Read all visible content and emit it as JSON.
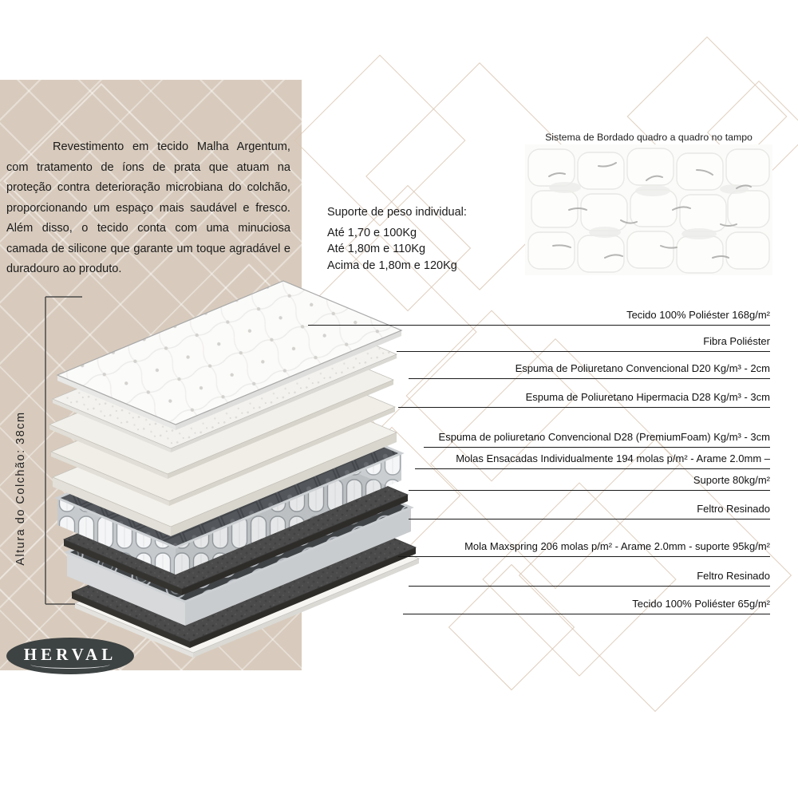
{
  "intro_text": "Revestimento em tecido Malha Argentum, com tratamento de íons de prata que atuam na proteção contra deterioração microbiana do colchão, proporcionando um espaço mais saudável e fresco. Além disso, o tecido conta com uma minuciosa camada de silicone que garante um toque agradável e duradouro ao produto.",
  "weight": {
    "title": "Suporte de peso individual:",
    "items": [
      "Até 1,70 e 100Kg",
      "Até 1,80m e 110Kg",
      "Acima de 1,80m e 120Kg"
    ]
  },
  "embroidery_caption": "Sistema de Bordado quadro a quadro no tampo",
  "height_label": "Altura do Colchão: 38cm",
  "layer_labels": [
    "Tecido 100% Poliéster 168g/m²",
    "Fibra Poliéster",
    "Espuma de Poliuretano Convencional D20 Kg/m³ - 2cm",
    "Espuma de Poliuretano Hipermacia D28 Kg/m³ - 3cm",
    "Espuma de poliuretano Convencional D28 (PremiumFoam) Kg/m³ - 3cm",
    "Molas Ensacadas Individualmente 194 molas p/m² - Arame 2.0mm –",
    "Suporte 80kg/m²",
    "Feltro Resinado",
    "Mola Maxspring 206 molas p/m² - Arame 2.0mm - suporte 95kg/m²",
    "Feltro Resinado",
    "Tecido 100% Poliéster 65g/m²"
  ],
  "brand": "HERVAL",
  "colors": {
    "panel_beige": "#d8cbbd",
    "diamond_outline": "#d9c6b3",
    "label_line": "#1a1a1a",
    "brand_oval": "#3d4242",
    "felt_dark": "#4b4b4b"
  }
}
